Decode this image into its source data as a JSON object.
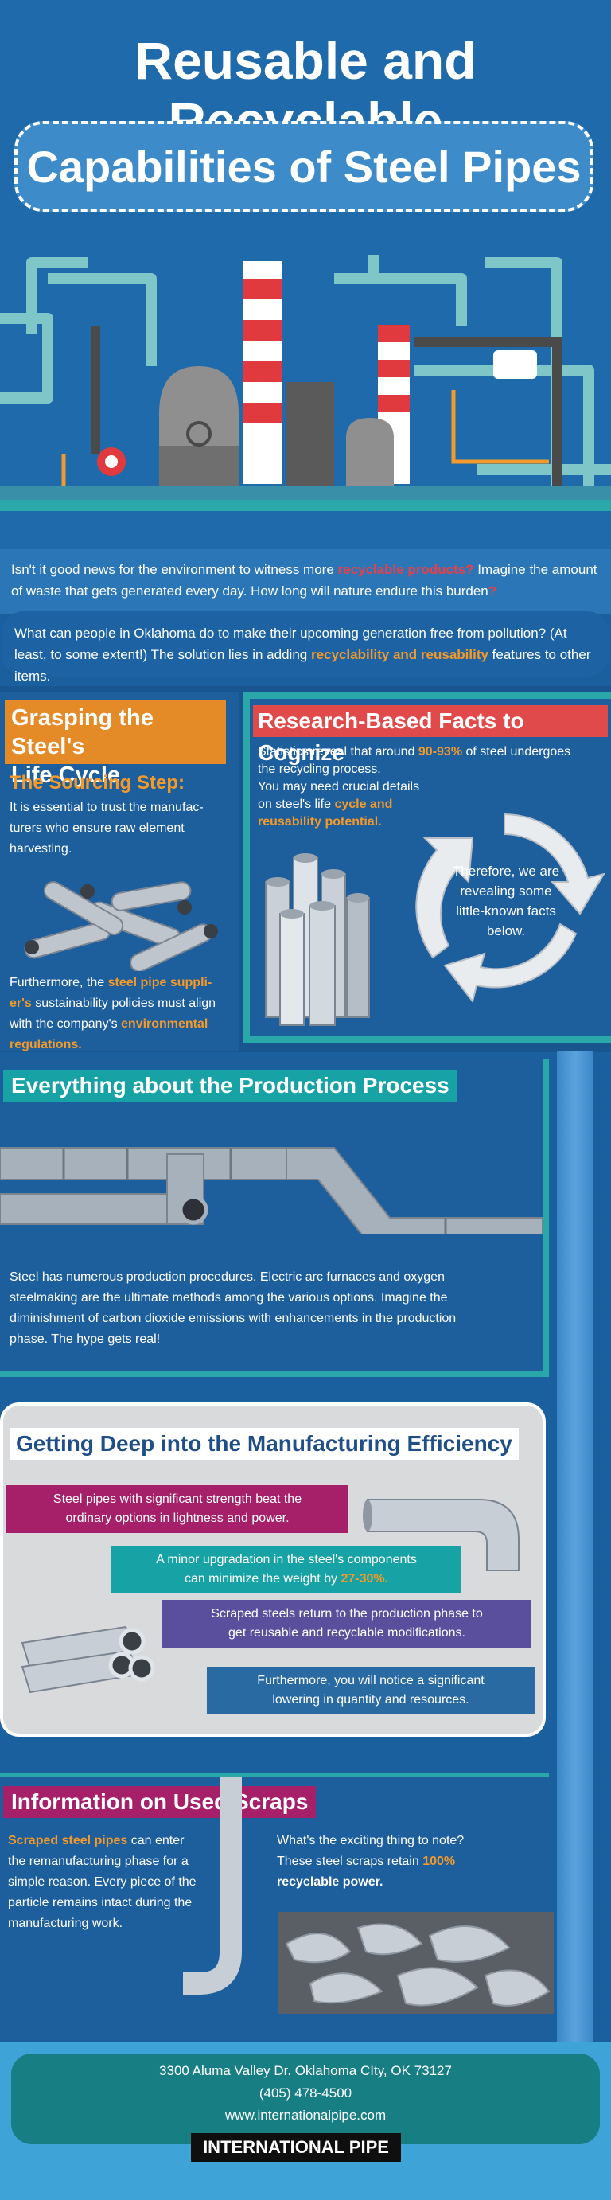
{
  "hero": {
    "title_line1": "Reusable and Recyclable",
    "title_line2": "Capabilities of Steel Pipes"
  },
  "intro": {
    "p1_a": "Isn't it good news for the environment to witness more ",
    "p1_b": "recyclable products?",
    "p1_c": " Imagine the amount of waste that gets generated every day. How long will nature endure this burden",
    "p1_q": "?",
    "p2_a": "What can people in Oklahoma do to make their upcoming generation free from pollution? (At least, to some extent!) The solution lies in adding ",
    "p2_b": "recyclability and reusability",
    "p2_c": " features to other items."
  },
  "lifecycle": {
    "title_l1": "Grasping the Steel's",
    "title_l2": "Life Cycle",
    "subtitle": "The Sourcing Step:",
    "text1_l1": "It is essential to trust the manufac-",
    "text1_l2": "turers who ensure raw element",
    "text1_l3": "harvesting.",
    "text2_l1a": "Furthermore, the ",
    "text2_l1b": "steel pipe suppli-",
    "text2_l2a": "er's",
    "text2_l2b": " sustainability policies must align",
    "text2_l3a": "with the company's ",
    "text2_l3b": "environmental",
    "text2_l4": "regulations."
  },
  "research": {
    "title": "Research-Based Facts to Cognize",
    "l1a": "Statistics reveal that around ",
    "l1b": "90-93%",
    "l1c": " of steel undergoes",
    "l2": "the recycling process.",
    "l3": "You may need crucial details",
    "l4a": "on steel's life ",
    "l4b": "cycle and",
    "l5": "reusability potential.",
    "cycle_l1": "Therefore, we are",
    "cycle_l2": "revealing some",
    "cycle_l3": "little-known facts",
    "cycle_l4": "below."
  },
  "production": {
    "title": "Everything about the Production Process",
    "l1": "Steel has numerous production procedures. Electric arc furnaces and oxygen",
    "l2": "steelmaking are the ultimate methods among the various options. Imagine the",
    "l3": "diminishment of carbon dioxide emissions with enhancements in the production",
    "l4": "phase. The hype gets real!"
  },
  "efficiency": {
    "title": "Getting Deep into the Manufacturing Efficiency",
    "s1_l1": "Steel pipes with significant strength beat the",
    "s1_l2": "ordinary options in lightness and power.",
    "s2_l1": "A minor upgradation in the steel's components",
    "s2_l2a": "can minimize the weight by ",
    "s2_l2b": "27-30%.",
    "s3_l1": "Scraped steels return to the production phase to",
    "s3_l2": "get reusable and recyclable modifications.",
    "s4_l1": "Furthermore, you will notice a significant",
    "s4_l2": "lowering in quantity and resources."
  },
  "scraps": {
    "title": "Information on Used Scraps",
    "l1a": "Scraped steel pipes",
    "l1b": " can enter",
    "l2": "the remanufacturing phase for a",
    "l3": "simple reason. Every piece of the",
    "l4": "particle remains intact during the",
    "l5": "manufacturing work.",
    "r1": "What's the exciting thing to note?",
    "r2a": "These steel scraps retain ",
    "r2b": "100%",
    "r3": "recyclable power."
  },
  "footer": {
    "address": "3300 Aluma Valley Dr. Oklahoma CIty, OK 73127",
    "phone": "(405) 478-4500",
    "website": "www.internationalpipe.com",
    "logo": "INTERNATIONAL PIPE"
  },
  "colors": {
    "orange": "#f39a2a",
    "teal": "#2aa7a8",
    "magenta": "#a51f69",
    "purple": "#5a4f9c",
    "blue": "#1f6aaa",
    "red": "#e8404a"
  }
}
